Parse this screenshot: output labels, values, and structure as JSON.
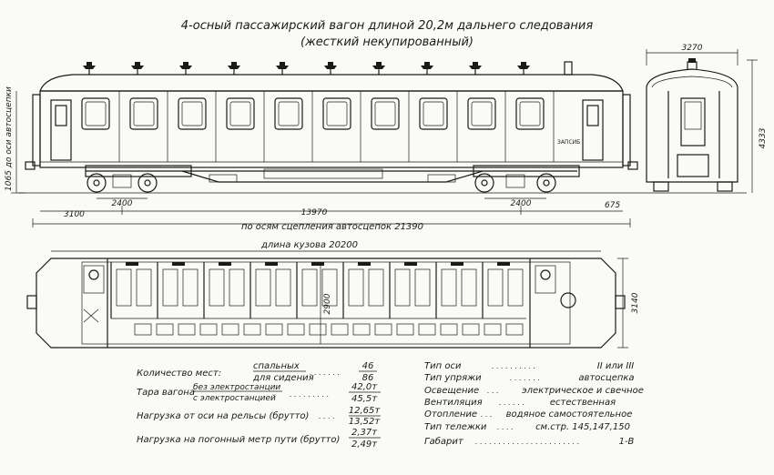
{
  "title": {
    "line1": "4-осный пассажирский вагон длиной 20,2м дальнего следования",
    "line2": "(жесткий некупированный)"
  },
  "dimensions": {
    "end_view_width": "3270",
    "end_view_height": "4333",
    "height_to_coupler": "1065 до оси автосцепки",
    "bogie_wheelbase_left": "2400",
    "bogie_wheelbase_right": "2400",
    "overhang_left": "3100",
    "bogie_centers": "13970",
    "overhang_right": "675",
    "coupler_axes_length": "по осям сцепления автосцепок 21390",
    "body_length": "длина кузова 20200",
    "body_width": "3140",
    "inner_width": "2900"
  },
  "side_label": "ЗАПСИБ",
  "specs_left": [
    {
      "label": "Количество мест:",
      "sub1": "спальных",
      "sub2": "для сидения",
      "v1": "46",
      "v2": "86"
    },
    {
      "label": "Тара вагона",
      "sub1": "без электростанции",
      "sub2": "с электростанцией",
      "v1": "42,0т",
      "v2": "45,5т"
    },
    {
      "label": "Нагрузка от оси на рельсы (брутто)",
      "sub1": "",
      "sub2": "",
      "v1": "12,65т",
      "v2": "13,52т"
    },
    {
      "label": "Нагрузка на погонный метр пути (брутто)",
      "sub1": "",
      "sub2": "",
      "v1": "2,37т",
      "v2": "2,49т"
    }
  ],
  "specs_right": [
    {
      "label": "Тип оси",
      "value": "II или III"
    },
    {
      "label": "Тип упряжи",
      "value": "автосцепка"
    },
    {
      "label": "Освещение",
      "value": "электрическое и свечное"
    },
    {
      "label": "Вентиляция",
      "value": "естественная"
    },
    {
      "label": "Отопление",
      "value": "водяное самостоятельное"
    },
    {
      "label": "Тип тележки",
      "value": "см.стр. 145,147,150"
    },
    {
      "label": "Габарит",
      "value": "1-В"
    }
  ]
}
